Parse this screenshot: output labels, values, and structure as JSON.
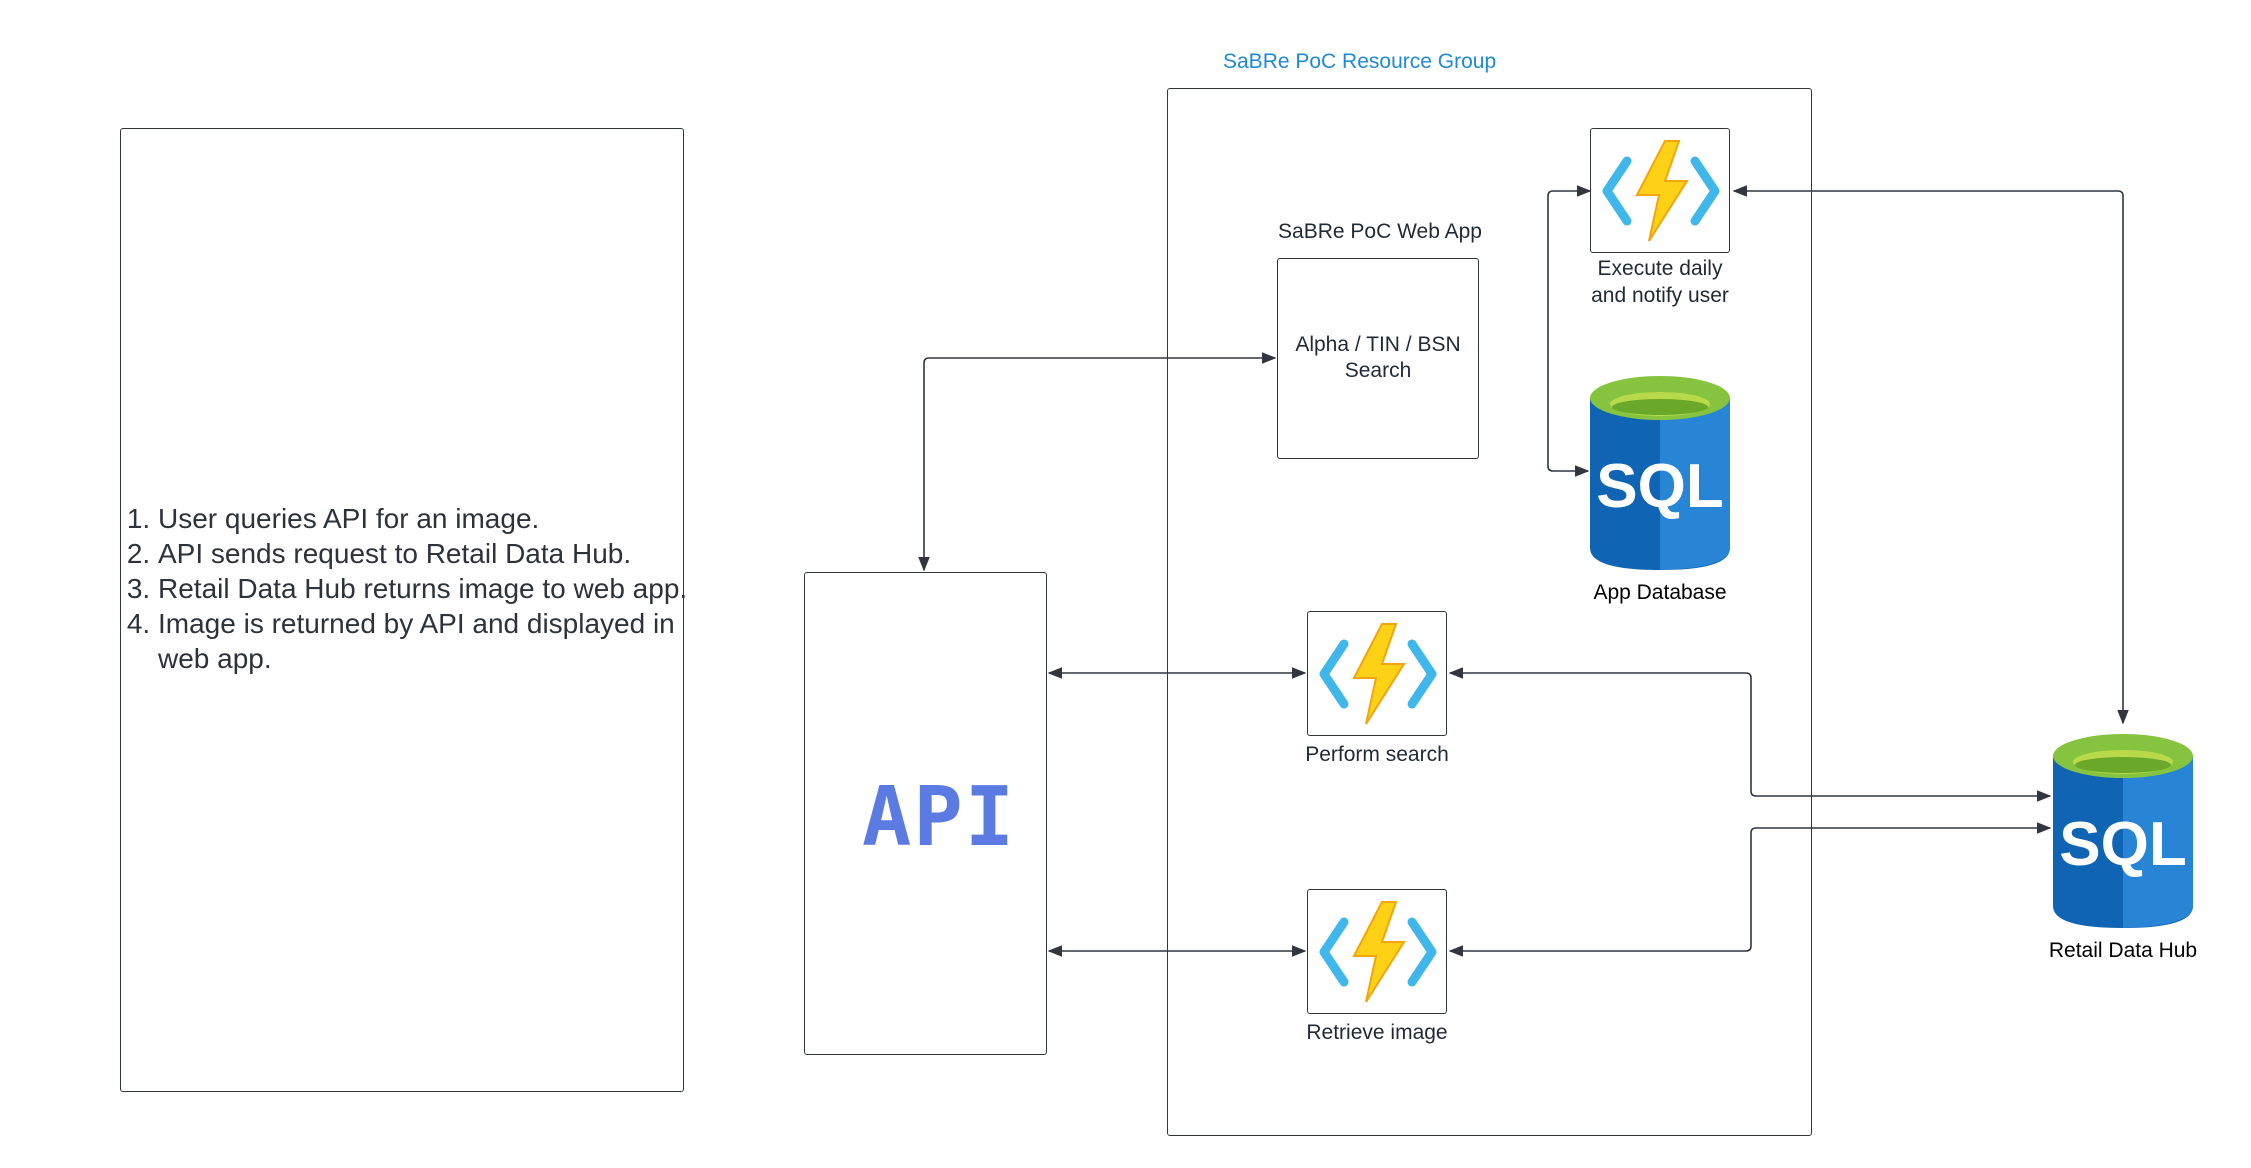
{
  "notes": {
    "steps": [
      "User queries API for an image.",
      "API sends request to Retail Data Hub.",
      "Retail Data Hub returns image to web app.",
      "Image is returned by API and displayed in web app."
    ]
  },
  "resource_group": {
    "title": "SaBRe PoC Resource Group"
  },
  "web_app": {
    "title": "SaBRe PoC Web App",
    "content_line1": "Alpha / TIN / BSN",
    "content_line2": "Search"
  },
  "api": {
    "label": "API"
  },
  "functions": {
    "daily": {
      "label_line1": "Execute daily",
      "label_line2": "and notify user",
      "icon": "azure-function-icon"
    },
    "search": {
      "label": "Perform search",
      "icon": "azure-function-icon"
    },
    "retrieve": {
      "label": "Retrieve image",
      "icon": "azure-function-icon"
    }
  },
  "databases": {
    "app": {
      "icon_text": "SQL",
      "label": "App Database",
      "icon": "sql-database-icon"
    },
    "retail": {
      "icon_text": "SQL",
      "label": "Retail Data Hub",
      "icon": "sql-database-icon"
    }
  },
  "colors": {
    "group_title": "#1f8ad6",
    "api_text": "#5b7be3",
    "sql_blue_dark": "#0f65b3",
    "sql_blue_light": "#2b88d8",
    "sql_top_green": "#86c440",
    "bolt_yellow": "#fcd116",
    "bracket_blue": "#3fb7ea"
  }
}
